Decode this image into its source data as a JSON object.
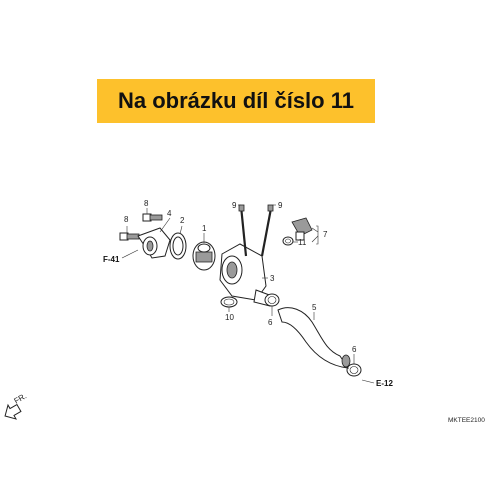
{
  "banner": {
    "text": "Na obrázku díl číslo 11",
    "background": "#fdc12c"
  },
  "callouts": [
    "1",
    "2",
    "3",
    "4",
    "5",
    "6",
    "6",
    "7",
    "8",
    "8",
    "9",
    "9",
    "10",
    "11"
  ],
  "references": {
    "f41": "F-41",
    "e12": "E-12",
    "front": "FR."
  },
  "diagram_code": "MKTEE2100"
}
